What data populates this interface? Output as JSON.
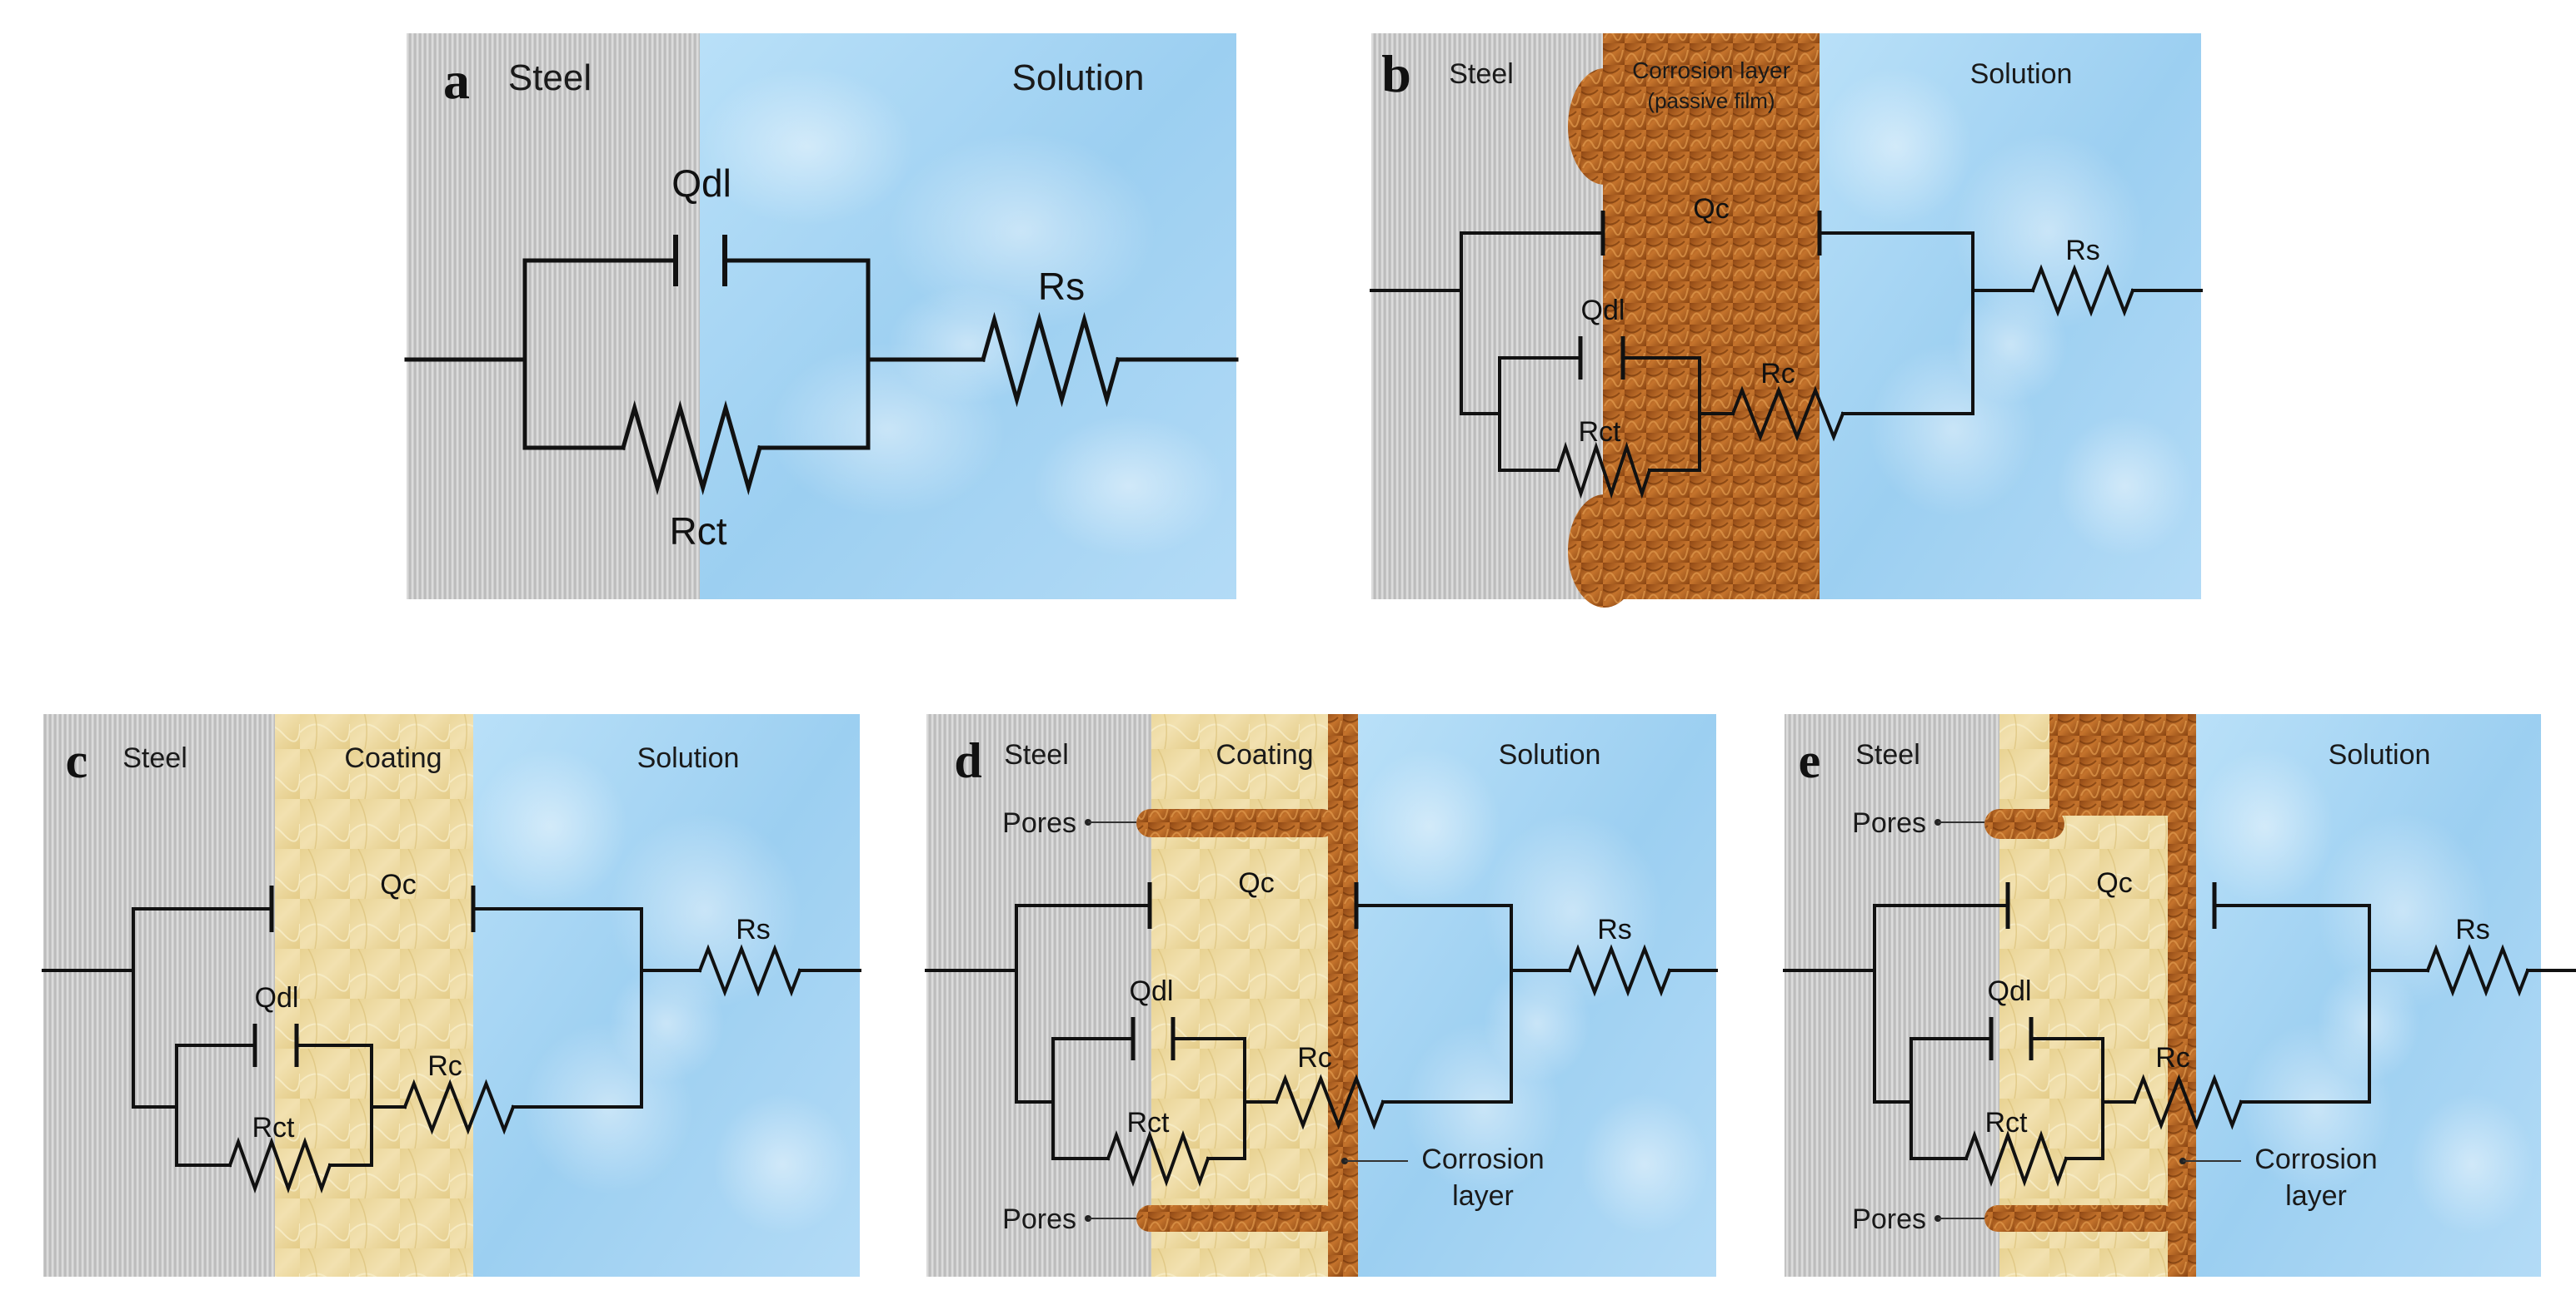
{
  "colors": {
    "steel": "#bdbdbd",
    "solution": "#a6d4f2",
    "corrosion": "#a95a1c",
    "coating": "#ecd79e",
    "wire": "#111111"
  },
  "panels": [
    {
      "id": "a",
      "letter": "a",
      "regions": [
        {
          "kind": "steel",
          "label": "Steel"
        },
        {
          "kind": "solution",
          "label": "Solution"
        }
      ],
      "components": {
        "qdl": "Qdl",
        "rct": "Rct",
        "rs": "Rs"
      }
    },
    {
      "id": "b",
      "letter": "b",
      "regions": [
        {
          "kind": "steel",
          "label": "Steel"
        },
        {
          "kind": "corrosion",
          "label": "Corrosion layer",
          "sublabel": "(passive film)"
        },
        {
          "kind": "solution",
          "label": "Solution"
        }
      ],
      "components": {
        "qc": "Qc",
        "qdl": "Qdl",
        "rc": "Rc",
        "rct": "Rct",
        "rs": "Rs"
      }
    },
    {
      "id": "c",
      "letter": "c",
      "regions": [
        {
          "kind": "steel",
          "label": "Steel"
        },
        {
          "kind": "coating",
          "label": "Coating"
        },
        {
          "kind": "solution",
          "label": "Solution"
        }
      ],
      "components": {
        "qc": "Qc",
        "qdl": "Qdl",
        "rc": "Rc",
        "rct": "Rct",
        "rs": "Rs"
      }
    },
    {
      "id": "d",
      "letter": "d",
      "regions": [
        {
          "kind": "steel",
          "label": "Steel"
        },
        {
          "kind": "coating",
          "label": "Coating"
        },
        {
          "kind": "solution",
          "label": "Solution"
        }
      ],
      "components": {
        "qc": "Qc",
        "qdl": "Qdl",
        "rc": "Rc",
        "rct": "Rct",
        "rs": "Rs"
      },
      "callouts": {
        "pores_top": "Pores",
        "pores_bottom": "Pores",
        "corrosion_line1": "Corrosion",
        "corrosion_line2": "layer"
      }
    },
    {
      "id": "e",
      "letter": "e",
      "regions": [
        {
          "kind": "steel",
          "label": "Steel"
        },
        {
          "kind": "solution",
          "label": "Solution"
        }
      ],
      "components": {
        "qc": "Qc",
        "qdl": "Qdl",
        "rc": "Rc",
        "rct": "Rct",
        "rs": "Rs"
      },
      "callouts": {
        "pores_top": "Pores",
        "pores_bottom": "Pores",
        "corrosion_line1": "Corrosion",
        "corrosion_line2": "layer"
      }
    }
  ]
}
